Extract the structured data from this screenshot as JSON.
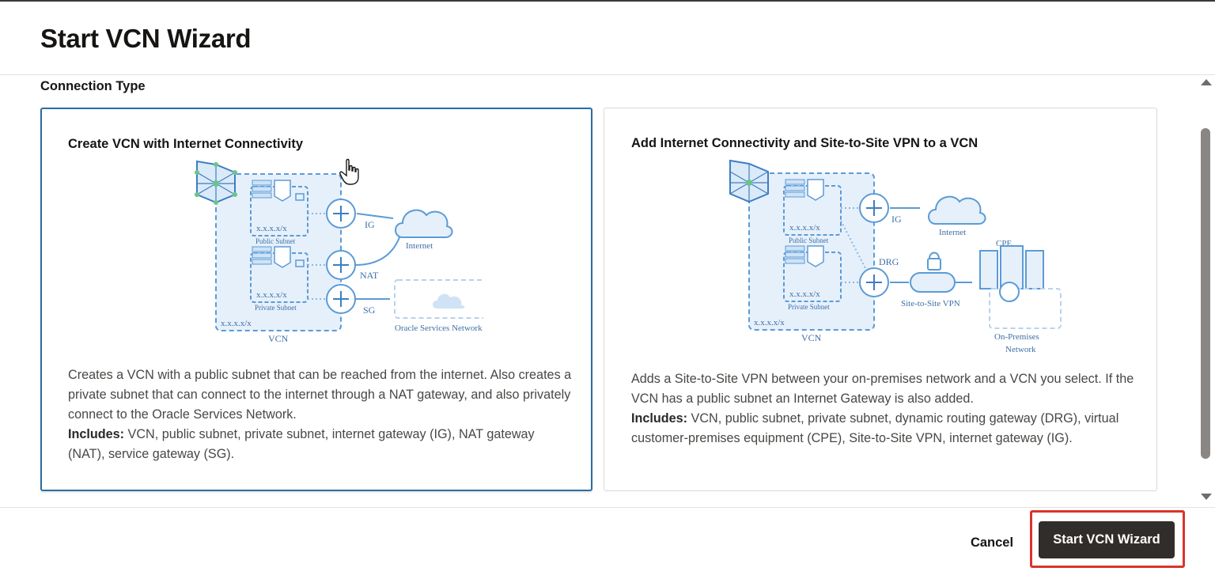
{
  "header": {
    "title": "Start VCN Wizard"
  },
  "content": {
    "section_label": "Connection Type",
    "cards": [
      {
        "title": "Create VCN with Internet Connectivity",
        "selected": true,
        "desc_main": "Creates a VCN with a public subnet that can be reached from the internet. Also creates a private subnet that can connect to the internet through a NAT gateway, and also privately connect to the Oracle Services Network.",
        "includes_label": "Includes:",
        "includes_text": " VCN, public subnet, private subnet, internet gateway (IG), NAT gateway (NAT), service gateway (SG).",
        "diagram": {
          "public_cidr": "x.x.x.x/x",
          "public_subnet": "Public Subnet",
          "private_cidr": "x.x.x.x/x",
          "private_subnet": "Private Subnet",
          "vcn_cidr": "x.x.x.x/x",
          "vcn": "VCN",
          "ig": "IG",
          "nat": "NAT",
          "sg": "SG",
          "internet": "Internet",
          "osn": "Oracle Services Network"
        }
      },
      {
        "title": "Add Internet Connectivity and Site-to-Site VPN to a VCN",
        "selected": false,
        "desc_main": "Adds a Site-to-Site VPN between your on-premises network and a VCN you select. If the VCN has a public subnet an Internet Gateway is also added.",
        "includes_label": "Includes:",
        "includes_text": " VCN, public subnet, private subnet, dynamic routing gateway (DRG), virtual customer-premises equipment (CPE), Site-to-Site VPN, internet gateway (IG).",
        "diagram": {
          "public_cidr": "x.x.x.x/x",
          "public_subnet": "Public Subnet",
          "private_cidr": "x.x.x.x/x",
          "private_subnet": "Private Subnet",
          "vcn_cidr": "x.x.x.x/x",
          "vcn": "VCN",
          "ig": "IG",
          "drg": "DRG",
          "internet": "Internet",
          "cpe": "CPE",
          "vpn": "Site-to-Site VPN",
          "onprem_1": "On-Premises",
          "onprem_2": "Network"
        }
      }
    ]
  },
  "footer": {
    "cancel_label": "Cancel",
    "primary_label": "Start VCN Wizard"
  },
  "icons": {
    "hand_cursor": "hand-pointer-icon",
    "scroll_up": "triangle-up",
    "scroll_down": "triangle-down"
  },
  "colors": {
    "primary_button": "#312d2a",
    "selected_border": "#2b6ea3",
    "highlight": "#d9342b",
    "diagram_blue": "#5b9bd5"
  }
}
